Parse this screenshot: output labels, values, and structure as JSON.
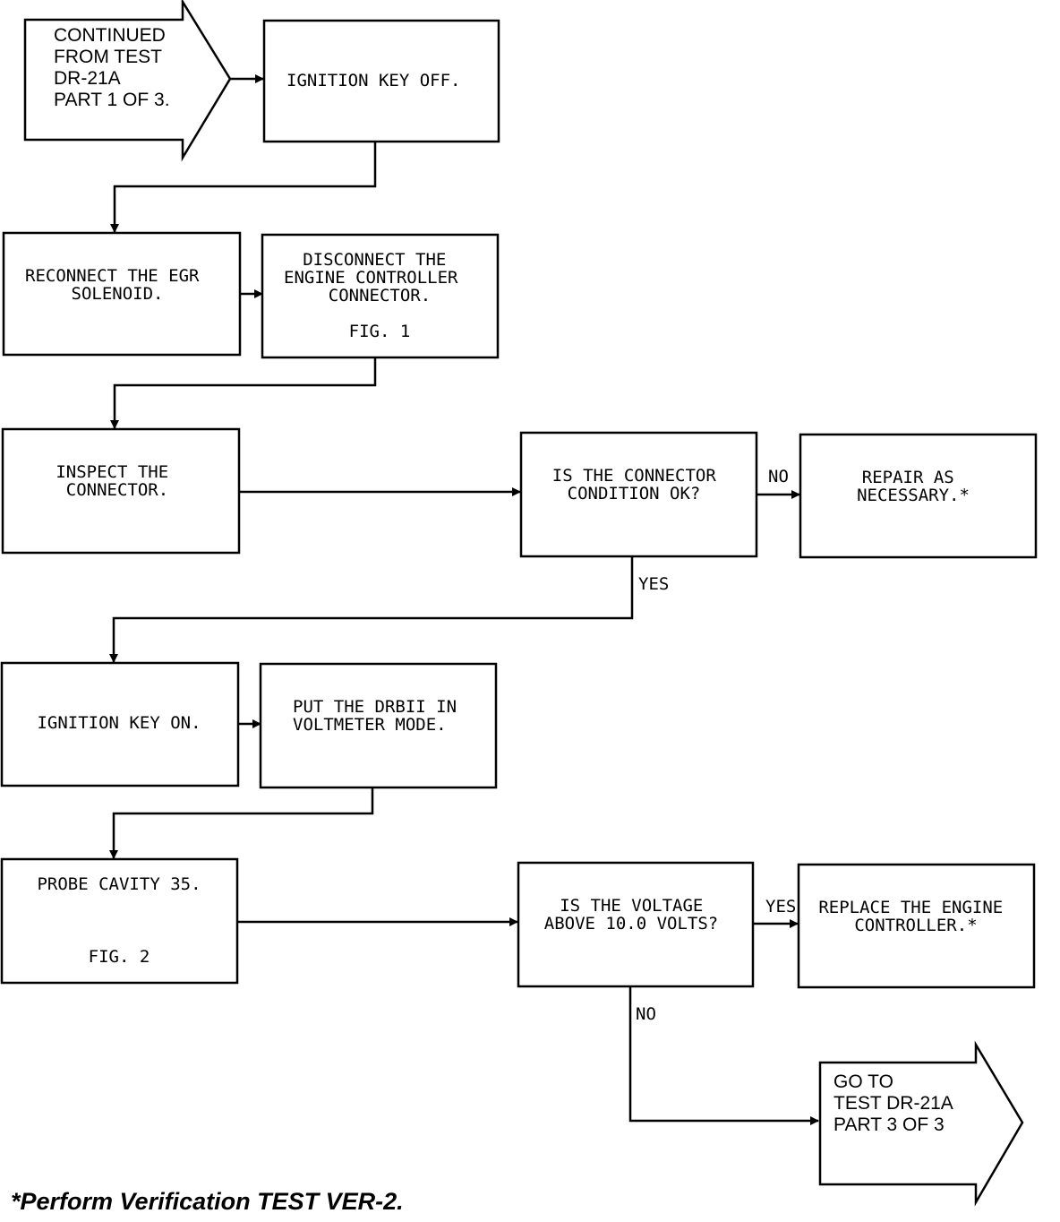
{
  "nodes": {
    "continued_from": {
      "lines": [
        "CONTINUED",
        "FROM TEST",
        "DR-21A",
        "PART 1 OF 3."
      ]
    },
    "ignition_key_off": {
      "lines": [
        "IGNITION KEY OFF."
      ]
    },
    "reconnect_egr": {
      "lines": [
        "RECONNECT THE EGR",
        "SOLENOID."
      ]
    },
    "disconnect_controller": {
      "lines": [
        "DISCONNECT THE",
        "ENGINE CONTROLLER",
        "CONNECTOR."
      ],
      "figure": "FIG. 1"
    },
    "inspect_connector": {
      "lines": [
        "INSPECT THE",
        "CONNECTOR."
      ]
    },
    "connector_ok": {
      "lines": [
        "IS THE CONNECTOR",
        "CONDITION OK?"
      ]
    },
    "repair": {
      "lines": [
        "REPAIR AS",
        "NECESSARY.*"
      ]
    },
    "ignition_key_on": {
      "lines": [
        "IGNITION KEY ON."
      ]
    },
    "voltmeter_mode": {
      "lines": [
        "PUT THE DRBII IN",
        "VOLTMETER MODE."
      ]
    },
    "probe_cavity": {
      "lines": [
        "PROBE CAVITY 35."
      ],
      "figure": "FIG. 2"
    },
    "voltage_check": {
      "lines": [
        "IS THE VOLTAGE",
        "ABOVE 10.0 VOLTS?"
      ]
    },
    "replace_controller": {
      "lines": [
        "REPLACE THE ENGINE",
        "CONTROLLER.*"
      ]
    },
    "go_to": {
      "lines": [
        "GO TO",
        "TEST DR-21A",
        "PART 3 OF 3"
      ]
    }
  },
  "labels": {
    "connector_no": "NO",
    "connector_yes": "YES",
    "voltage_yes": "YES",
    "voltage_no": "NO"
  },
  "footer": "*Perform  Verification  TEST  VER-2."
}
